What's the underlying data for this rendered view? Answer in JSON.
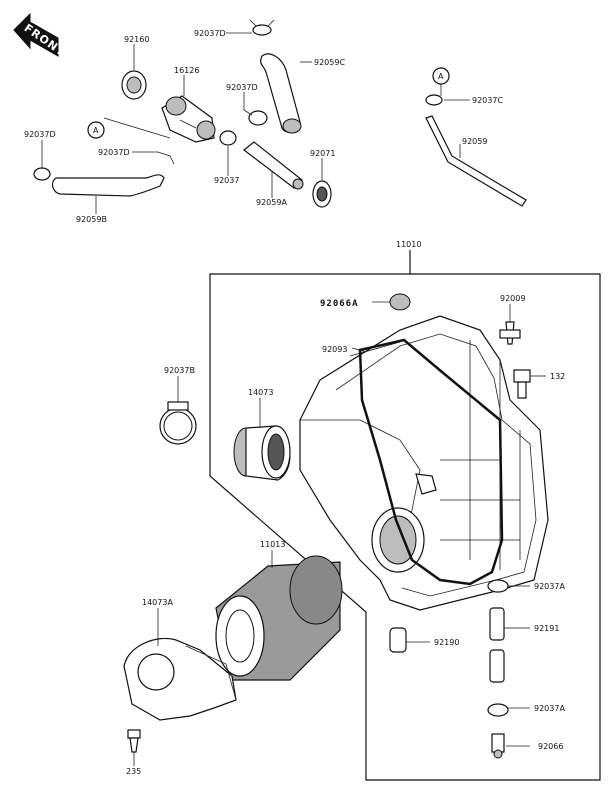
{
  "front_arrow": {
    "text": "FRONT",
    "icon": "front-direction-arrow-icon"
  },
  "callout_letter": "A",
  "parts": [
    {
      "id": "92160",
      "label": "92160"
    },
    {
      "id": "16126",
      "label": "16126"
    },
    {
      "id": "92037D_top",
      "label": "92037D"
    },
    {
      "id": "92059C",
      "label": "92059C"
    },
    {
      "id": "92037D_mid",
      "label": "92037D"
    },
    {
      "id": "92037D_left",
      "label": "92037D"
    },
    {
      "id": "92037D_small",
      "label": "92037D"
    },
    {
      "id": "92037",
      "label": "92037"
    },
    {
      "id": "92071",
      "label": "92071"
    },
    {
      "id": "92059A",
      "label": "92059A"
    },
    {
      "id": "92059B",
      "label": "92059B"
    },
    {
      "id": "92037C",
      "label": "92037C"
    },
    {
      "id": "92059",
      "label": "92059"
    },
    {
      "id": "11010",
      "label": "11010"
    },
    {
      "id": "92066A",
      "label": "92066A"
    },
    {
      "id": "92009",
      "label": "92009"
    },
    {
      "id": "92093",
      "label": "92093"
    },
    {
      "id": "132",
      "label": "132"
    },
    {
      "id": "92037B",
      "label": "92037B"
    },
    {
      "id": "14073",
      "label": "14073"
    },
    {
      "id": "11013",
      "label": "11013"
    },
    {
      "id": "14073A",
      "label": "14073A"
    },
    {
      "id": "92037A_top",
      "label": "92037A"
    },
    {
      "id": "92190",
      "label": "92190"
    },
    {
      "id": "92191",
      "label": "92191"
    },
    {
      "id": "92037A_bot",
      "label": "92037A"
    },
    {
      "id": "92066",
      "label": "92066"
    },
    {
      "id": "235",
      "label": "235"
    }
  ]
}
